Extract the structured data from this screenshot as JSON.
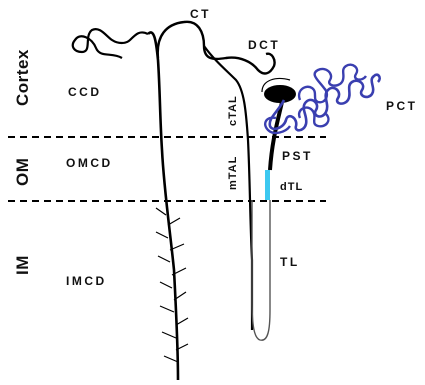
{
  "zones": {
    "cortex": "Cortex",
    "om": "OM",
    "im": "IM"
  },
  "collecting_duct": {
    "ccd": "CCD",
    "omcd": "OMCD",
    "imcd": "IMCD"
  },
  "nephron_segments": {
    "ct": "CT",
    "dct": "DCT",
    "pct": "PCT",
    "pst": "PST",
    "dtl": "dTL",
    "tl": "TL",
    "ctal": "cTAL",
    "mtal": "mTAL"
  },
  "colors": {
    "pct_tubule": "#3a3fb0",
    "dtl_segment": "#3cc8f0",
    "line": "#000000",
    "glomerulus": "#000000"
  }
}
